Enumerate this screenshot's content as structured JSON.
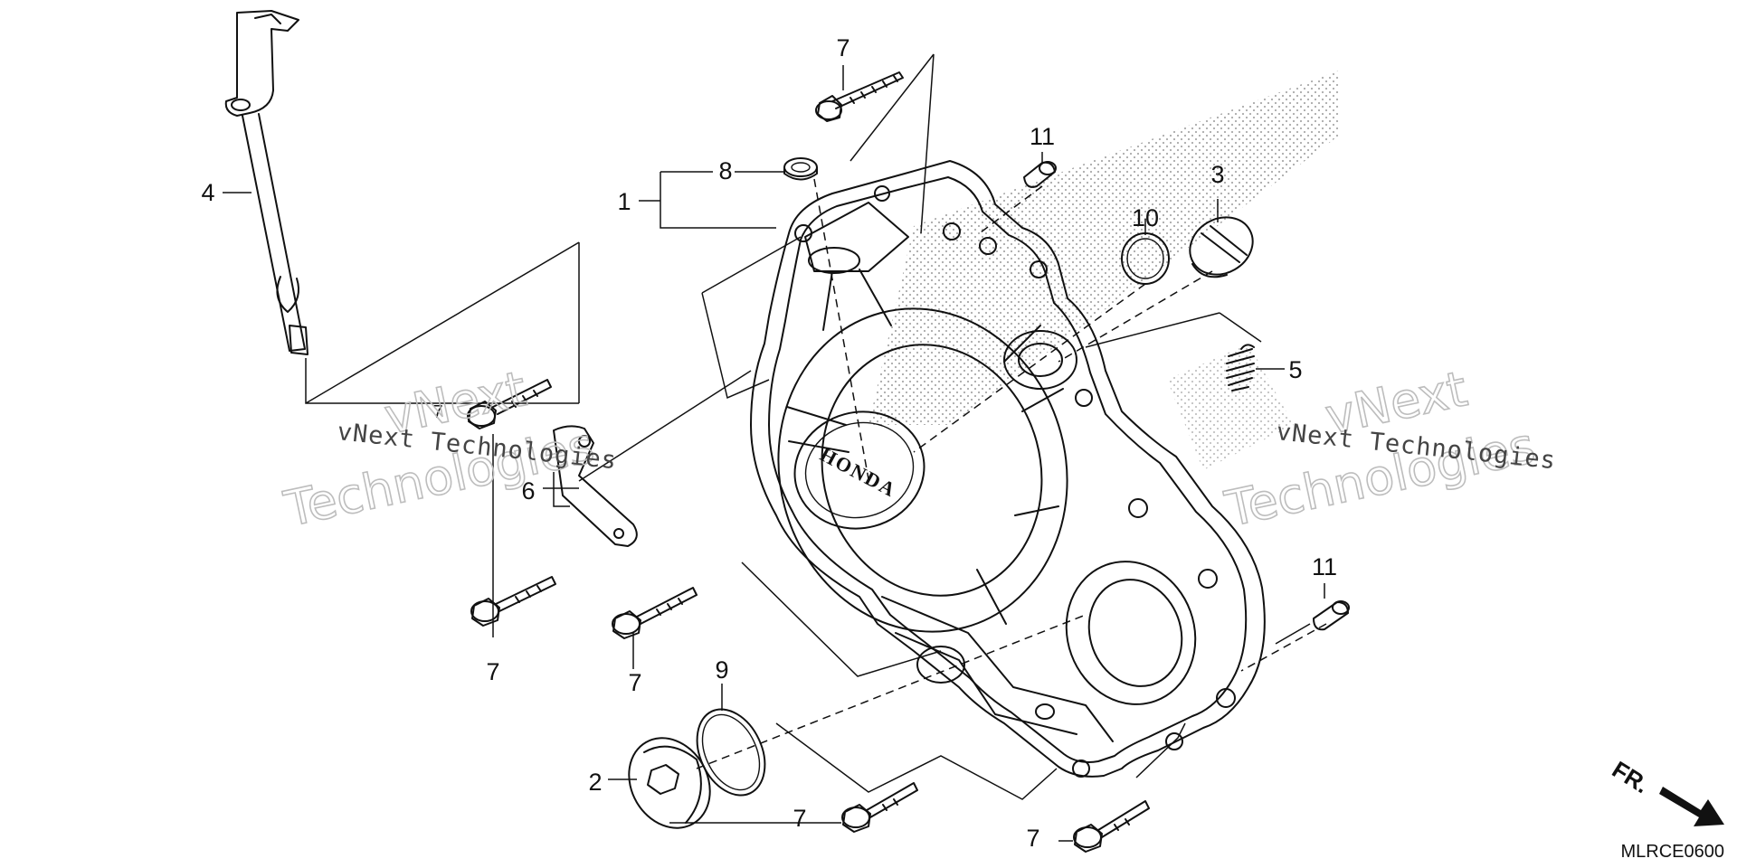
{
  "diagram": {
    "callouts": {
      "c1": "1",
      "c2": "2",
      "c3": "3",
      "c4": "4",
      "c5": "5",
      "c6": "6",
      "c7a": "7",
      "c7b": "7",
      "c7c": "7",
      "c7d": "7",
      "c7e": "7",
      "c7f": "7",
      "c8": "8",
      "c9": "9",
      "c10": "10",
      "c11a": "11",
      "c11b": "11"
    },
    "logo_text": "HONDA",
    "direction_label": "FR.",
    "diagram_code": "MLRCE0600"
  },
  "watermarks": {
    "left_small": "vNext Technologies",
    "left_big_top": "vNext",
    "left_big_bottom": "Technologies",
    "right_small": "vNext Technologies",
    "right_big_top": "vNext",
    "right_big_bottom": "Technologies"
  },
  "colors": {
    "line": "#111111",
    "watermark": "#bdbdbd",
    "background": "#ffffff"
  }
}
